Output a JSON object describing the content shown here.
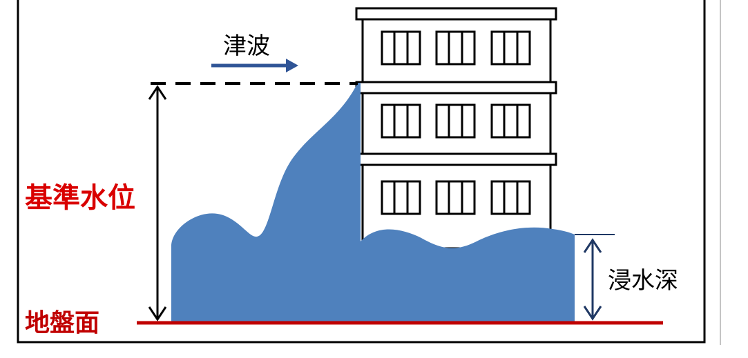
{
  "labels": {
    "tsunami": "津波",
    "reference_water_level": "基準水位",
    "inundation_depth": "浸水深",
    "ground_surface": "地盤面"
  },
  "colors": {
    "water": "#4f81bd",
    "ground_line": "#c00000",
    "reference_label": "#d90000",
    "ground_label": "#c00000",
    "arrow_blue": "#2f5496",
    "depth_arrow": "#1f3864",
    "frame": "#000000"
  }
}
